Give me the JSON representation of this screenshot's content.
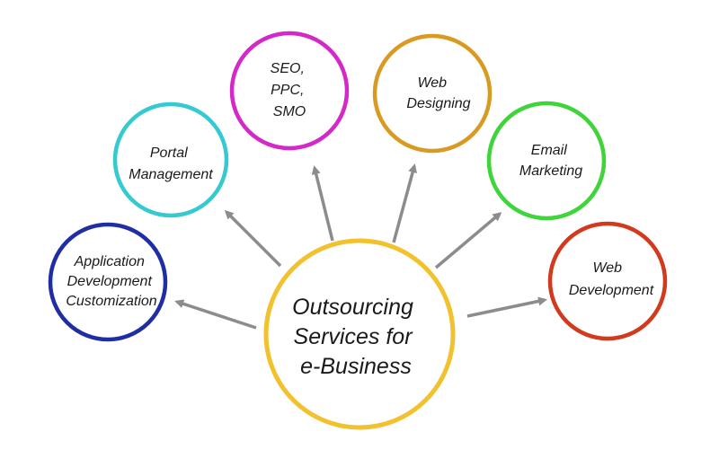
{
  "center": {
    "lines": [
      "Outsourcing",
      "Services for",
      "e-Business"
    ],
    "color": "#f2c12e"
  },
  "nodes": [
    {
      "id": "application-development",
      "lines": [
        "Application",
        "Development",
        "Customization"
      ],
      "color": "#1f2ea3"
    },
    {
      "id": "portal-management",
      "lines": [
        "Portal",
        "Management"
      ],
      "color": "#35c9d1"
    },
    {
      "id": "seo-ppc-smo",
      "lines": [
        "SEO,",
        "PPC,",
        "SMO"
      ],
      "color": "#d428c8"
    },
    {
      "id": "web-designing",
      "lines": [
        "Web",
        "Designing"
      ],
      "color": "#d99a21"
    },
    {
      "id": "email-marketing",
      "lines": [
        "Email",
        "Marketing"
      ],
      "color": "#3fd43a"
    },
    {
      "id": "web-development",
      "lines": [
        "Web",
        "Development"
      ],
      "color": "#d23a1e"
    }
  ],
  "arrow_color": "#8c8c8c"
}
